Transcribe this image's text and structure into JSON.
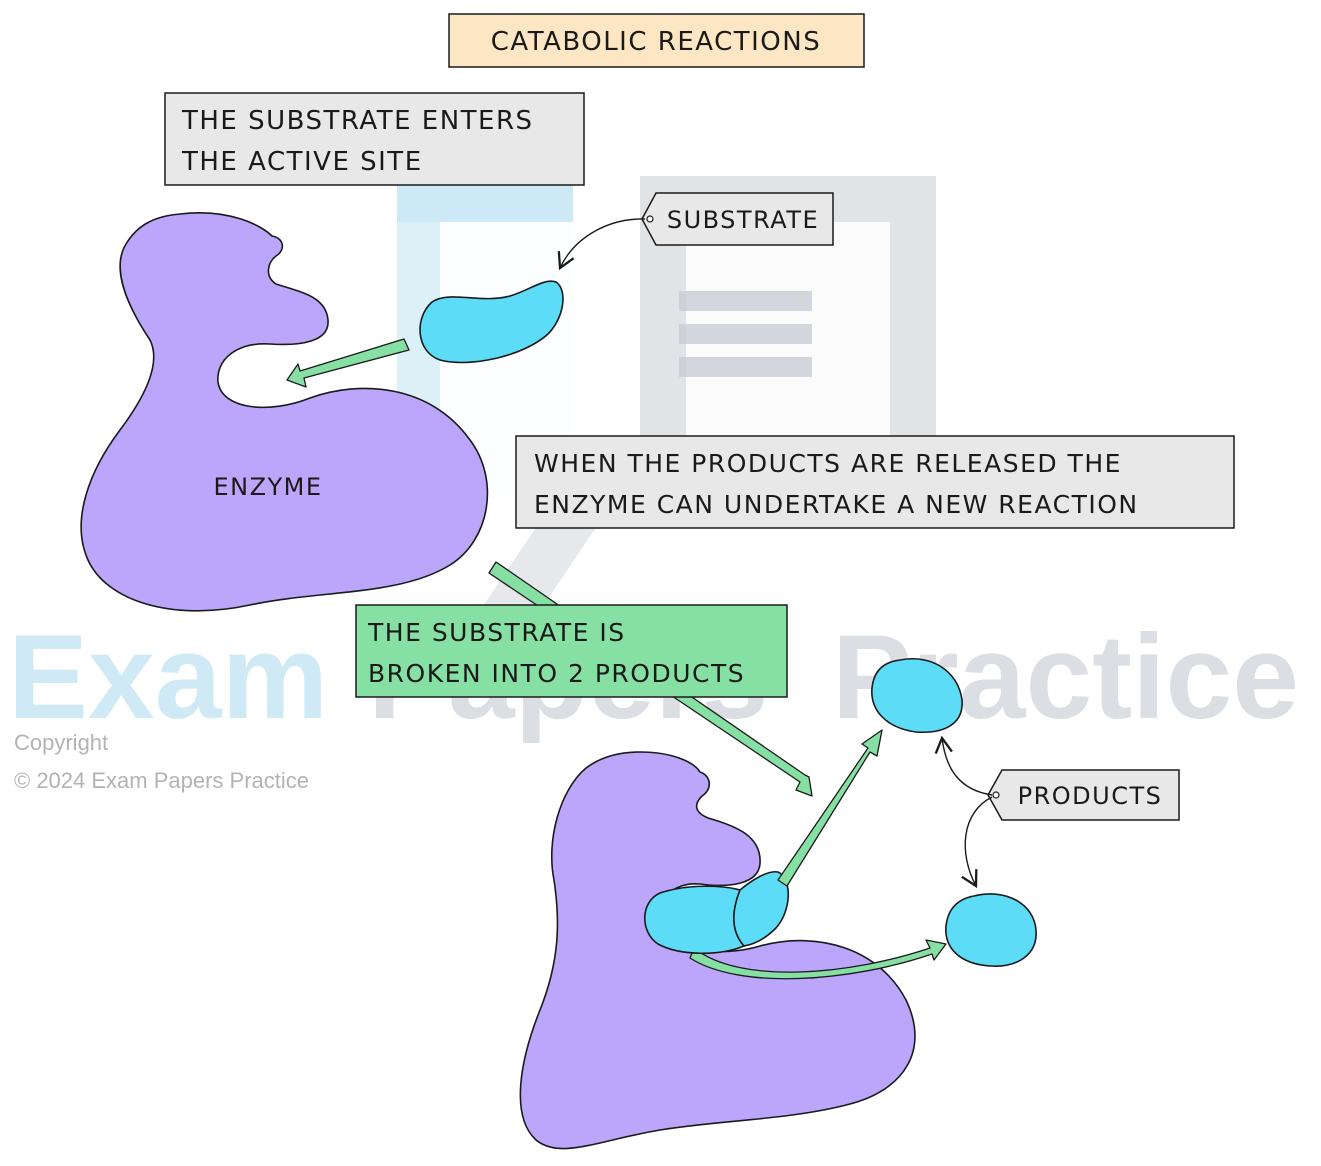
{
  "title": "CATABOLIC REACTIONS",
  "step1_text": [
    "THE SUBSTRATE ENTERS",
    "THE ACTIVE SITE"
  ],
  "substrate_label": "SUBSTRATE",
  "enzyme_label": "ENZYME",
  "release_text": [
    "WHEN THE PRODUCTS ARE RELEASED THE",
    "ENZYME CAN UNDERTAKE A NEW REACTION"
  ],
  "broken_text": [
    "THE SUBSTRATE IS",
    "BROKEN INTO 2 PRODUCTS"
  ],
  "products_label": "PRODUCTS",
  "watermark": {
    "word1": "Exam",
    "word2": "Papers",
    "word3": "Practice",
    "copyright_line1": "Copyright",
    "copyright_line2": "© 2024 Exam Papers Practice"
  },
  "colors": {
    "title_box": "#fde6c4",
    "grey_box": "#e8e8e8",
    "green_box": "#86e0a4",
    "enzyme": "#bba6fb",
    "substrate": "#5ddcf8",
    "arrow": "#86e0a4",
    "outline": "#1a1a1a"
  }
}
